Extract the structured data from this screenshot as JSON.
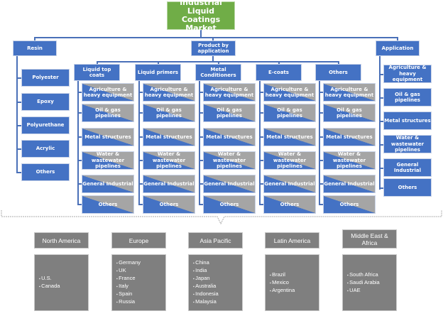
{
  "title": "Industrial Liquid Coatings Market",
  "resin": {
    "label": "Resin",
    "items": [
      "Polyester",
      "Epoxy",
      "Polyurethane",
      "Acrylic",
      "Others"
    ]
  },
  "product": {
    "label": "Product by application",
    "columns": [
      {
        "label": "Liquid top coats"
      },
      {
        "label": "Liquid primers"
      },
      {
        "label": "Metal Conditioners"
      },
      {
        "label": "E-coats"
      },
      {
        "label": "Others"
      }
    ],
    "sub_items": [
      "Agriculture & heavy equipment",
      "Oil & gas pipelines",
      "Metal structures",
      "Water & wastewater pipelines",
      "General Industrial",
      "Others"
    ]
  },
  "application": {
    "label": "Application",
    "items": [
      "Agriculture & heavy equipment",
      "Oil & gas pipelines",
      "Metal structures",
      "Water & wastewater pipelines",
      "General Industrial",
      "Others"
    ]
  },
  "regions": [
    {
      "name": "North America",
      "countries": [
        "U.S.",
        "Canada"
      ]
    },
    {
      "name": "Europe",
      "countries": [
        "Germany",
        "UK",
        "France",
        "Italy",
        "Spain",
        "Russia"
      ]
    },
    {
      "name": "Asia Pacific",
      "countries": [
        "China",
        "India",
        "Japan",
        "Australia",
        "Indonesia",
        "Malaysia"
      ]
    },
    {
      "name": "Latin America",
      "countries": [
        "Brazil",
        "Mexico",
        "Argentina"
      ]
    },
    {
      "name": "Middle East & Africa",
      "countries": [
        "South Africa",
        "Saudi Arabia",
        "UAE"
      ]
    }
  ]
}
